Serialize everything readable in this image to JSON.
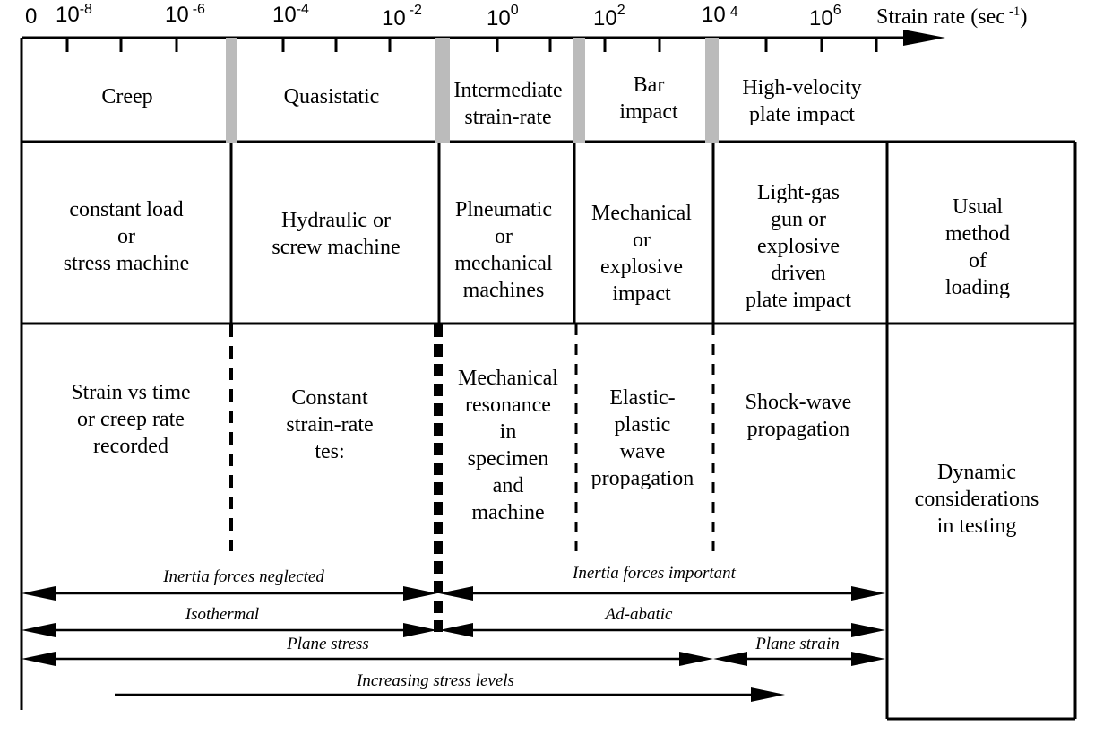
{
  "axis": {
    "zero": "0",
    "ticks": [
      {
        "base": "10",
        "exp": "-8"
      },
      {
        "base": "10",
        "exp": "-6"
      },
      {
        "base": "10",
        "exp": "-4"
      },
      {
        "base": "10",
        "exp": "-2"
      },
      {
        "base": "10",
        "exp": "0"
      },
      {
        "base": "10",
        "exp": "2"
      },
      {
        "base": "10",
        "exp": "4"
      },
      {
        "base": "10",
        "exp": "6"
      }
    ],
    "label": "Strain rate (sec",
    "label_exp": "-1",
    "label_close": ")"
  },
  "regimes": [
    {
      "lines": [
        "Creep"
      ]
    },
    {
      "lines": [
        "Quasistatic"
      ]
    },
    {
      "lines": [
        "Intermediate",
        "strain-rate"
      ]
    },
    {
      "lines": [
        "Bar",
        "impact"
      ]
    },
    {
      "lines": [
        "High-velocity",
        "plate impact"
      ]
    }
  ],
  "loading": [
    {
      "lines": [
        "constant load",
        "or",
        "stress machine"
      ]
    },
    {
      "lines": [
        "Hydraulic or",
        "screw machine"
      ]
    },
    {
      "lines": [
        "Plneumatic",
        "or",
        "mechanical",
        "machines"
      ]
    },
    {
      "lines": [
        "Mechanical",
        "or",
        "explosive",
        "impact"
      ]
    },
    {
      "lines": [
        "Light-gas",
        "gun  or",
        "explosive",
        "driven",
        "plate impact"
      ]
    },
    {
      "lines": [
        "Usual",
        "method",
        "of",
        "loading"
      ]
    }
  ],
  "dynamics": [
    {
      "lines": [
        "Strain vs time",
        "or creep rate",
        "recorded"
      ]
    },
    {
      "lines": [
        "Constant",
        "strain-rate",
        "tes:"
      ]
    },
    {
      "lines": [
        "Mechanical",
        "resonance",
        "in",
        "specimen",
        "and",
        "machine"
      ]
    },
    {
      "lines": [
        "Elastic-",
        "plastic",
        "wave",
        "propagation"
      ]
    },
    {
      "lines": [
        "Shock-wave",
        "propagation"
      ]
    },
    {
      "lines": [
        "Dynamic",
        "considerations",
        "in testing"
      ]
    }
  ],
  "arrows": {
    "inertia_neglected": "Inertia forces neglected",
    "inertia_important": "Inertia forces important",
    "isothermal": "Isothermal",
    "adiabatic": "Ad-abatic",
    "plane_stress": "Plane stress",
    "plane_strain": "Plane strain",
    "increasing_stress": "Increasing stress levels"
  }
}
